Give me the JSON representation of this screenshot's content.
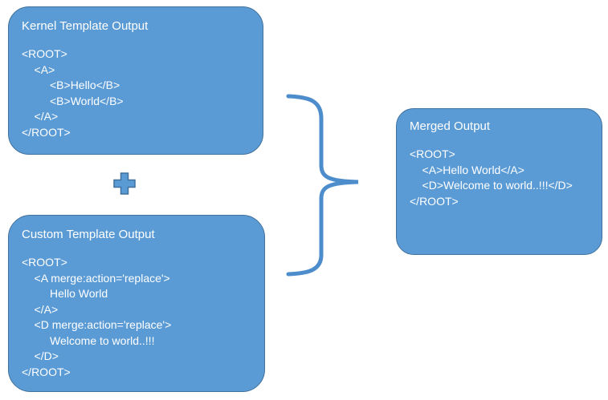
{
  "colors": {
    "box_fill": "#5B9BD5",
    "box_border": "#41719C",
    "text": "#FFFFFF",
    "connector": "#4E8DCB"
  },
  "boxes": {
    "kernel": {
      "title": "Kernel Template Output",
      "code": "<ROOT>\n    <A>\n         <B>Hello</B>\n         <B>World</B>\n    </A>\n</ROOT>"
    },
    "custom": {
      "title": "Custom Template Output",
      "code": "<ROOT>\n    <A merge:action='replace'>\n         Hello World\n    </A>\n    <D merge:action='replace'>\n         Welcome to world..!!!\n    </D>\n</ROOT>"
    },
    "merged": {
      "title": "Merged Output",
      "code": "<ROOT>\n    <A>Hello World</A>\n    <D>Welcome to world..!!!</D>\n</ROOT>"
    }
  },
  "icons": {
    "plus": "plus-icon",
    "brace": "right-curly-brace-icon"
  }
}
